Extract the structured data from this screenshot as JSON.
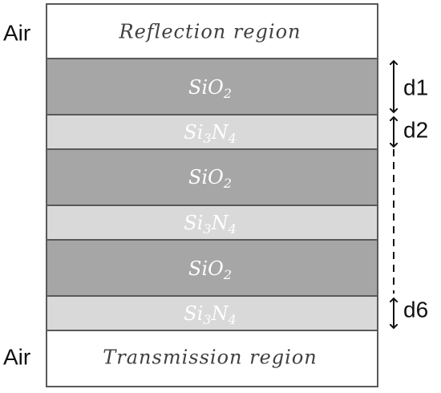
{
  "regions": {
    "top": {
      "label": "Reflection region",
      "medium": "Air"
    },
    "bottom": {
      "label": "Transmission region",
      "medium": "Air"
    }
  },
  "layers": [
    {
      "material_base_1": "Si",
      "material_base_2": "O",
      "sub_2": "2",
      "type": "SiO2"
    },
    {
      "material_base_1": "Si",
      "sub_1": "3",
      "material_base_2": "N",
      "sub_2": "4",
      "type": "Si3N4"
    },
    {
      "material_base_1": "Si",
      "material_base_2": "O",
      "sub_2": "2",
      "type": "SiO2"
    },
    {
      "material_base_1": "Si",
      "sub_1": "3",
      "material_base_2": "N",
      "sub_2": "4",
      "type": "Si3N4"
    },
    {
      "material_base_1": "Si",
      "material_base_2": "O",
      "sub_2": "2",
      "type": "SiO2"
    },
    {
      "material_base_1": "Si",
      "sub_1": "3",
      "material_base_2": "N",
      "sub_2": "4",
      "type": "Si3N4"
    }
  ],
  "thickness_labels": {
    "d1": "d1",
    "d2": "d2",
    "d6": "d6"
  },
  "colors": {
    "sio2": "#a6a6a6",
    "si3n4": "#d9d9d9",
    "sio2_text": "#ffffff",
    "si3n4_text": "#ffffff",
    "border": "#595959"
  }
}
